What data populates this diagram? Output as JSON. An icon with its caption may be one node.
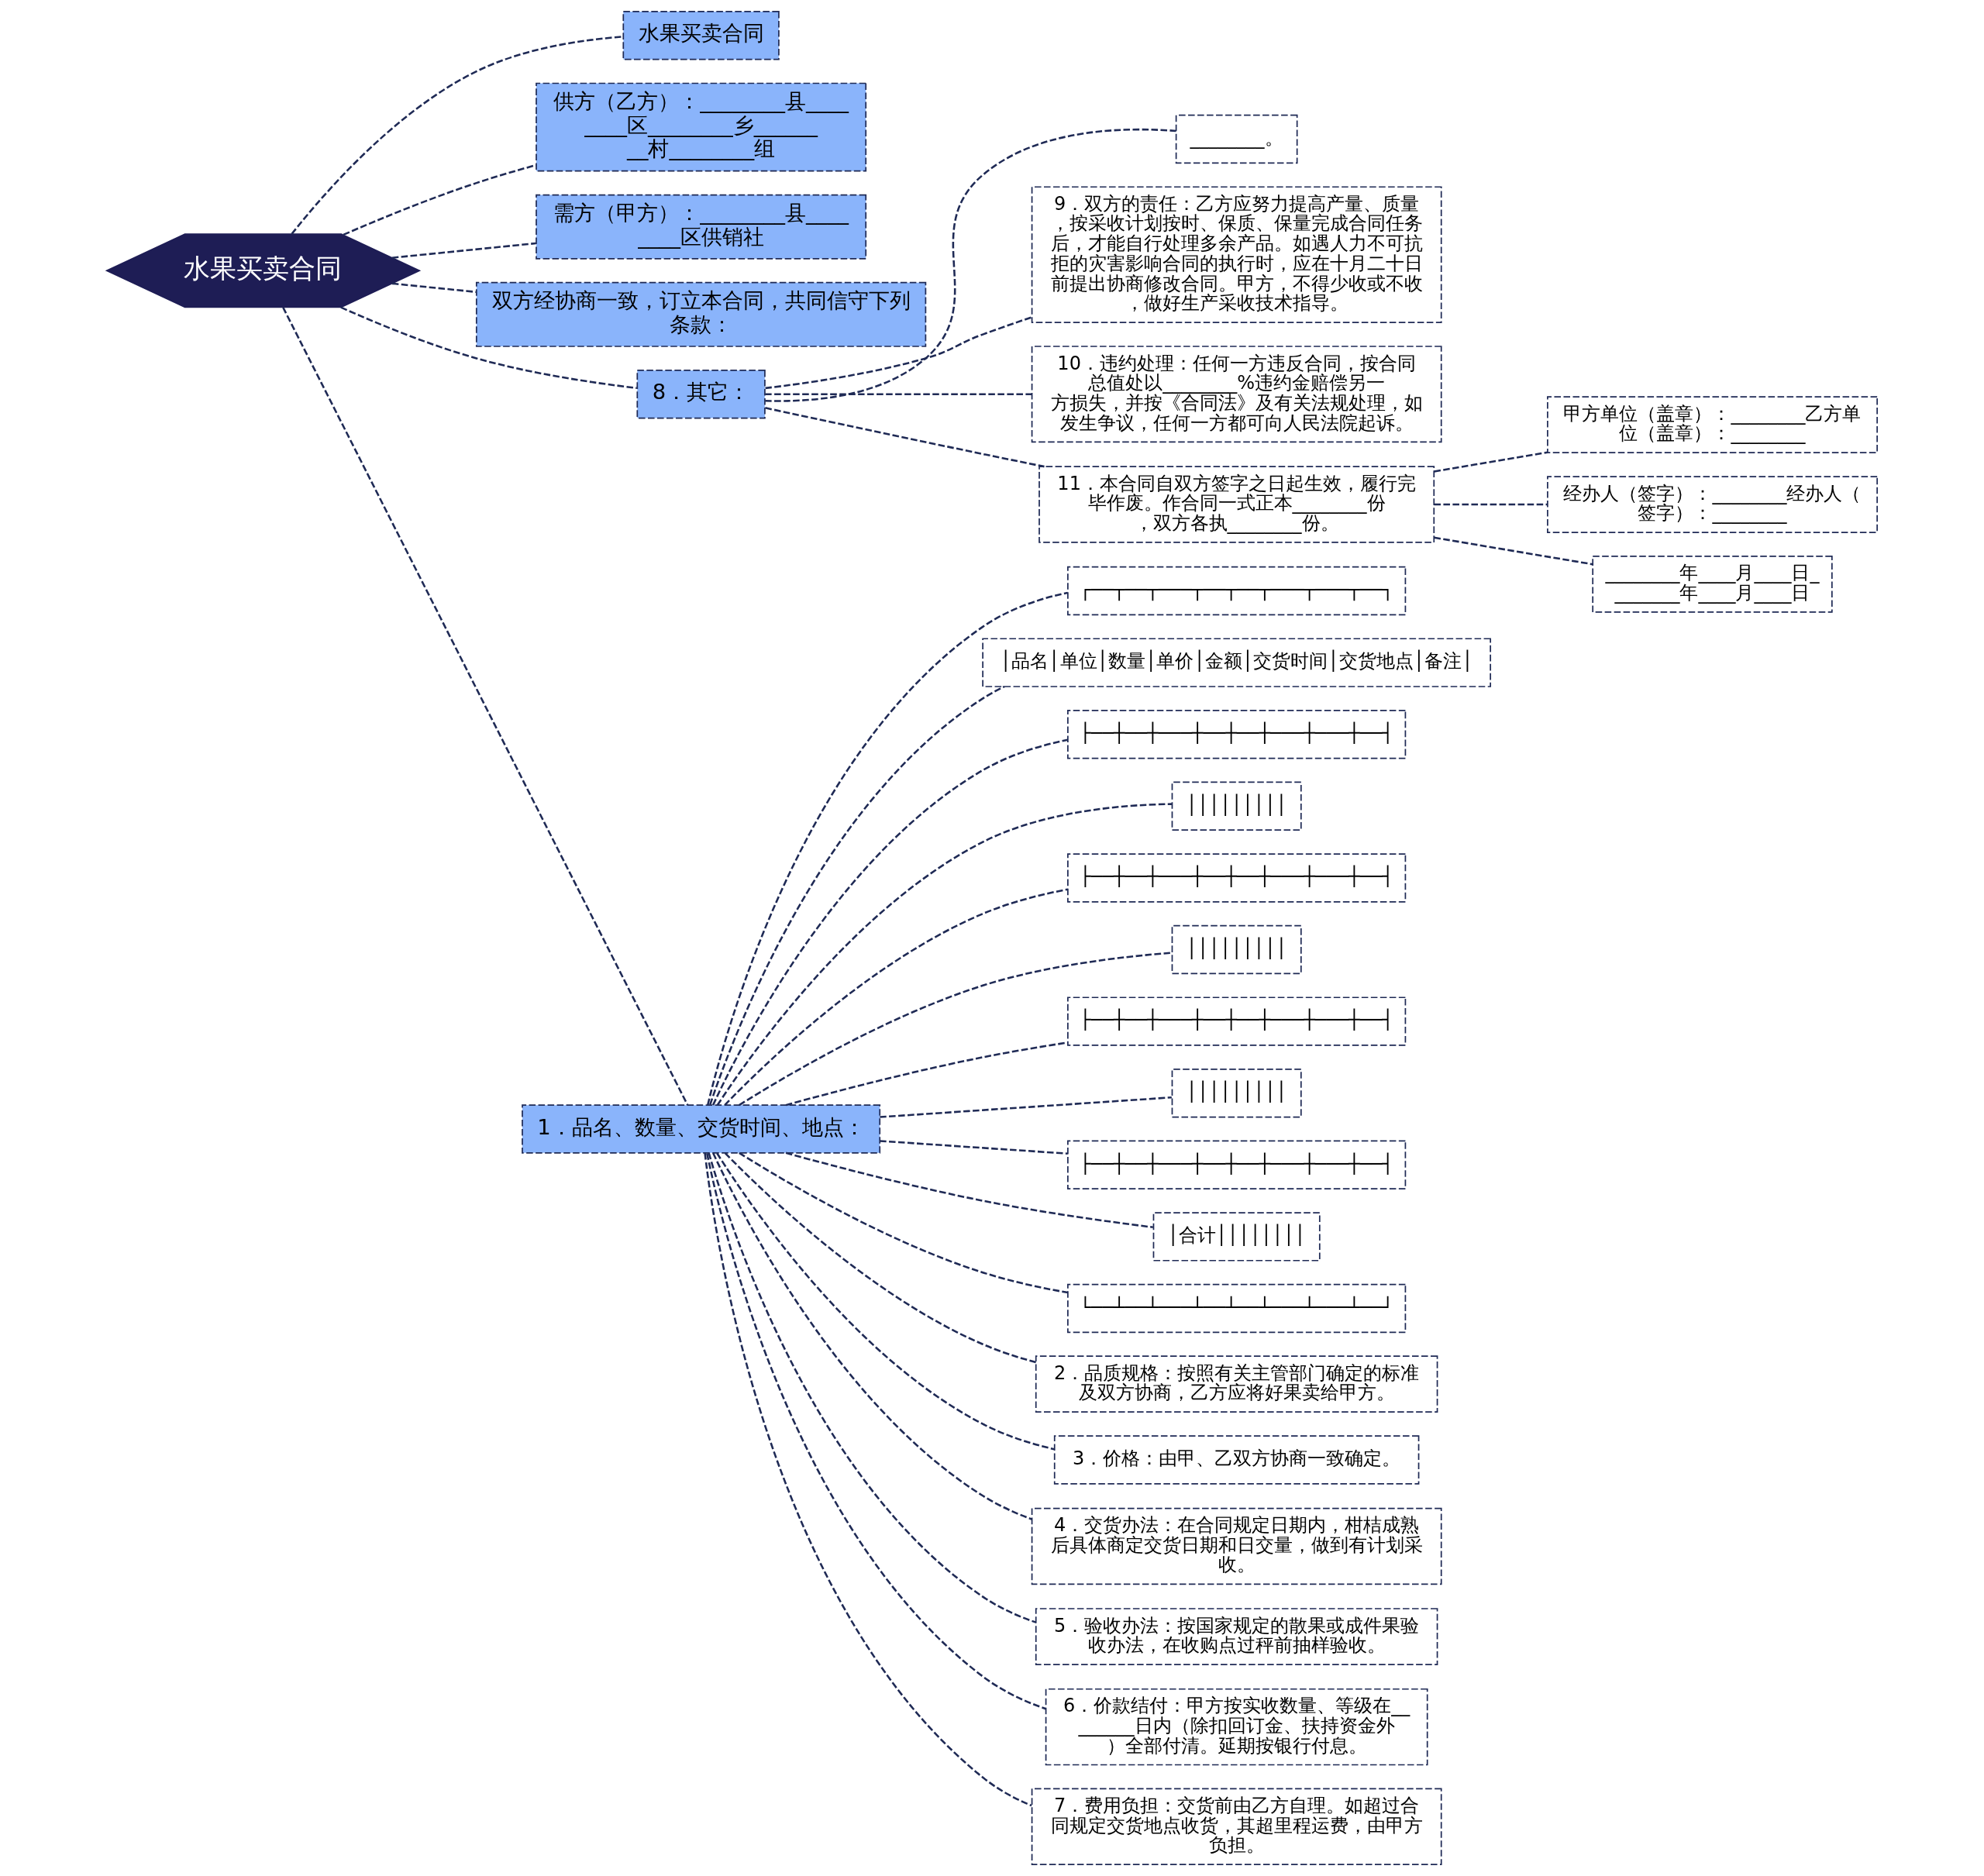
{
  "diagram": {
    "nodes": [
      {
        "text": [
          "水果买卖合同"
        ]
      },
      {
        "text": [
          "水果买卖合同"
        ]
      },
      {
        "text": [
          "供方（乙方）：________县________区________乡________村________组"
        ]
      },
      {
        "text": [
          "需方（甲方）：________县________区供销社"
        ]
      },
      {
        "text": [
          "双方经协商一致，订立本合同，共同信守下列条款："
        ]
      },
      {
        "text": [
          "________。"
        ]
      },
      {
        "text": [
          "9．双方的责任：乙方应努力提高产量、质量，按采收计划按时、保质、保量完成合同任务后，才能自行处理多余产品。如遇人力不可抗拒的灾害影响合同的执行时，应在十月二十日前提出协商修改合同。甲方，不得少收或不收，做好生产采收技术指导。"
        ]
      },
      {
        "text": [
          "10．违约处理：任何一方违反合同，按合同总值处以________%违约金赔偿另一方损失，并按《合同法》及有关法规处理，如发生争议，任何一方都可向人民法院起诉。"
        ]
      },
      {
        "text": [
          "8．其它："
        ]
      },
      {
        "text": [
          "甲方单位（盖章）：________乙方单位（盖章）：________"
        ]
      },
      {
        "text": [
          "经办人（签字）：________经办人（签字）：________"
        ]
      },
      {
        "text": [
          "________年____月____日________年____月____日"
        ]
      },
      {
        "text": [
          "11．本合同自双方签字之日起生效，履行完毕作废。作合同一式正本________份，双方各执________份。"
        ]
      },
      {
        "text": [
          "1．品名、数量、交货时间、地点："
        ]
      },
      {
        "text": [
          "┌──┬──┬───┬──┬──┬───┬───┬──┐"
        ]
      },
      {
        "text": [
          "│品名│单位│数量│单价│金额│交货时间│交货地点│备注│"
        ]
      },
      {
        "text": [
          "├──┼──┼───┼──┼──┼───┼───┼──┤"
        ]
      },
      {
        "text": [
          "│││││││││"
        ]
      },
      {
        "text": [
          "├──┼──┼───┼──┼──┼───┼───┼──┤"
        ]
      },
      {
        "text": [
          "│││││││││"
        ]
      },
      {
        "text": [
          "├──┼──┼───┼──┼──┼───┼───┼──┤"
        ]
      },
      {
        "text": [
          "│││││││││"
        ]
      },
      {
        "text": [
          "├──┼──┼───┼──┼──┼───┼───┼──┤"
        ]
      },
      {
        "text": [
          "│合计││││││││"
        ]
      },
      {
        "text": [
          "└──┴──┴───┴──┴──┴───┴───┴──┘"
        ]
      },
      {
        "text": [
          "2．品质规格：按照有关主管部门确定的标准及双方协商，乙方应将好果卖给甲方。"
        ]
      },
      {
        "text": [
          "3．价格：由甲、乙双方协商一致确定。"
        ]
      },
      {
        "text": [
          "4．交货办法：在合同规定日期内，柑桔成熟后具体商定交货日期和日交量，做到有计划采收。"
        ]
      },
      {
        "text": [
          "5．验收办法：按国家规定的散果或成件果验收办法，在收购点过秤前抽样验收。"
        ]
      },
      {
        "text": [
          "6．价款结付：甲方按实收数量、等级在________日内（除扣回订金、扶持资金外）全部付清。延期按银行付息。"
        ]
      },
      {
        "text": [
          "7．费用负担：交货前由乙方自理。如超过合同规定交货地点收货，其超里程运费，由甲方负担。"
        ]
      }
    ],
    "edges": [
      {
        "from": 0,
        "to": 1,
        "arrow": "none",
        "style": "dashed"
      },
      {
        "from": 0,
        "to": 2,
        "arrow": "none",
        "style": "dashed"
      },
      {
        "from": 0,
        "to": 3,
        "arrow": "none",
        "style": "dashed"
      },
      {
        "from": 0,
        "to": 4,
        "arrow": "none",
        "style": "dashed"
      },
      {
        "from": 0,
        "to": 8,
        "arrow": "none",
        "style": "dashed"
      },
      {
        "from": 8,
        "to": 5,
        "arrow": "none",
        "style": "dashed"
      },
      {
        "from": 8,
        "to": 6,
        "arrow": "none",
        "style": "dashed"
      },
      {
        "from": 8,
        "to": 7,
        "arrow": "none",
        "style": "dashed"
      },
      {
        "from": 8,
        "to": 12,
        "arrow": "none",
        "style": "dashed"
      },
      {
        "from": 12,
        "to": 9,
        "arrow": "none",
        "style": "dashed"
      },
      {
        "from": 12,
        "to": 10,
        "arrow": "none",
        "style": "dashed"
      },
      {
        "from": 12,
        "to": 11,
        "arrow": "none",
        "style": "dashed"
      },
      {
        "from": 0,
        "to": 13,
        "arrow": "none",
        "style": "dashed"
      },
      {
        "from": 13,
        "to": 14,
        "arrow": "none",
        "style": "dashed"
      },
      {
        "from": 13,
        "to": 15,
        "arrow": "none",
        "style": "dashed"
      },
      {
        "from": 13,
        "to": 16,
        "arrow": "none",
        "style": "dashed"
      },
      {
        "from": 13,
        "to": 17,
        "arrow": "none",
        "style": "dashed"
      },
      {
        "from": 13,
        "to": 18,
        "arrow": "none",
        "style": "dashed"
      },
      {
        "from": 13,
        "to": 19,
        "arrow": "none",
        "style": "dashed"
      },
      {
        "from": 13,
        "to": 20,
        "arrow": "none",
        "style": "dashed"
      },
      {
        "from": 13,
        "to": 21,
        "arrow": "none",
        "style": "dashed"
      },
      {
        "from": 13,
        "to": 22,
        "arrow": "none",
        "style": "dashed"
      },
      {
        "from": 13,
        "to": 23,
        "arrow": "none",
        "style": "dashed"
      },
      {
        "from": 13,
        "to": 24,
        "arrow": "none",
        "style": "dashed"
      },
      {
        "from": 13,
        "to": 25,
        "arrow": "none",
        "style": "dashed"
      },
      {
        "from": 13,
        "to": 26,
        "arrow": "none",
        "style": "dashed"
      },
      {
        "from": 13,
        "to": 27,
        "arrow": "none",
        "style": "dashed"
      },
      {
        "from": 13,
        "to": 28,
        "arrow": "none",
        "style": "dashed"
      },
      {
        "from": 13,
        "to": 29,
        "arrow": "none",
        "style": "dashed"
      },
      {
        "from": 13,
        "to": 30,
        "arrow": "none",
        "style": "dashed"
      }
    ]
  }
}
